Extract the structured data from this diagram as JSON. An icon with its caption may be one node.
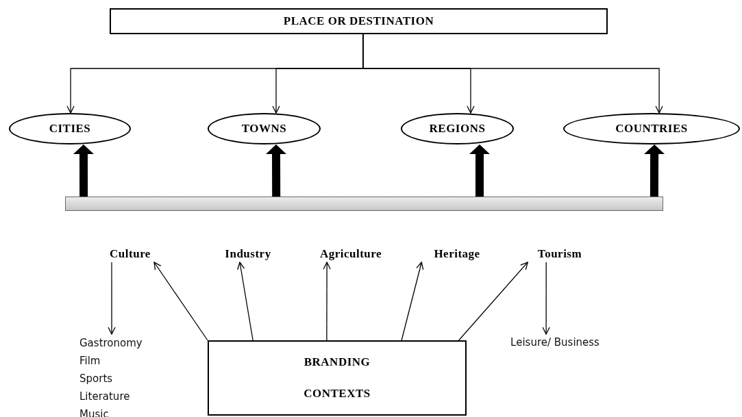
{
  "diagram": {
    "nodes": [
      {
        "text": [
          "PLACE OR DESTINATION"
        ]
      },
      {
        "text": [
          "CITIES"
        ]
      },
      {
        "text": [
          "TOWNS"
        ]
      },
      {
        "text": [
          "REGIONS"
        ]
      },
      {
        "text": [
          "COUNTRIES"
        ]
      },
      {
        "text": [],
        "shape": "bar"
      },
      {
        "text": [
          "Culture"
        ]
      },
      {
        "text": [
          "Industry"
        ]
      },
      {
        "text": [
          "Agriculture"
        ]
      },
      {
        "text": [
          "Heritage"
        ]
      },
      {
        "text": [
          "Tourism"
        ]
      },
      {
        "text": [
          "Gastronomy",
          "Film",
          "Sports",
          "Literature",
          "Music"
        ]
      },
      {
        "text": [
          "Leisure/ Business"
        ]
      },
      {
        "text": [
          "BRANDING CONTEXTS"
        ]
      }
    ],
    "edges": [
      {
        "from": 0,
        "to": 1,
        "arrow": "to"
      },
      {
        "from": 0,
        "to": 2,
        "arrow": "to"
      },
      {
        "from": 0,
        "to": 3,
        "arrow": "to"
      },
      {
        "from": 0,
        "to": 4,
        "arrow": "to"
      },
      {
        "from": 5,
        "to": 1,
        "arrow": "to",
        "style": "thick"
      },
      {
        "from": 5,
        "to": 2,
        "arrow": "to",
        "style": "thick"
      },
      {
        "from": 5,
        "to": 3,
        "arrow": "to",
        "style": "thick"
      },
      {
        "from": 5,
        "to": 4,
        "arrow": "to",
        "style": "thick"
      },
      {
        "from": 13,
        "to": 6,
        "arrow": "to"
      },
      {
        "from": 13,
        "to": 7,
        "arrow": "to"
      },
      {
        "from": 13,
        "to": 8,
        "arrow": "to"
      },
      {
        "from": 13,
        "to": 9,
        "arrow": "to"
      },
      {
        "from": 13,
        "to": 10,
        "arrow": "to"
      },
      {
        "from": 6,
        "to": 11,
        "arrow": "to"
      },
      {
        "from": 10,
        "to": 12,
        "arrow": "to"
      }
    ]
  }
}
